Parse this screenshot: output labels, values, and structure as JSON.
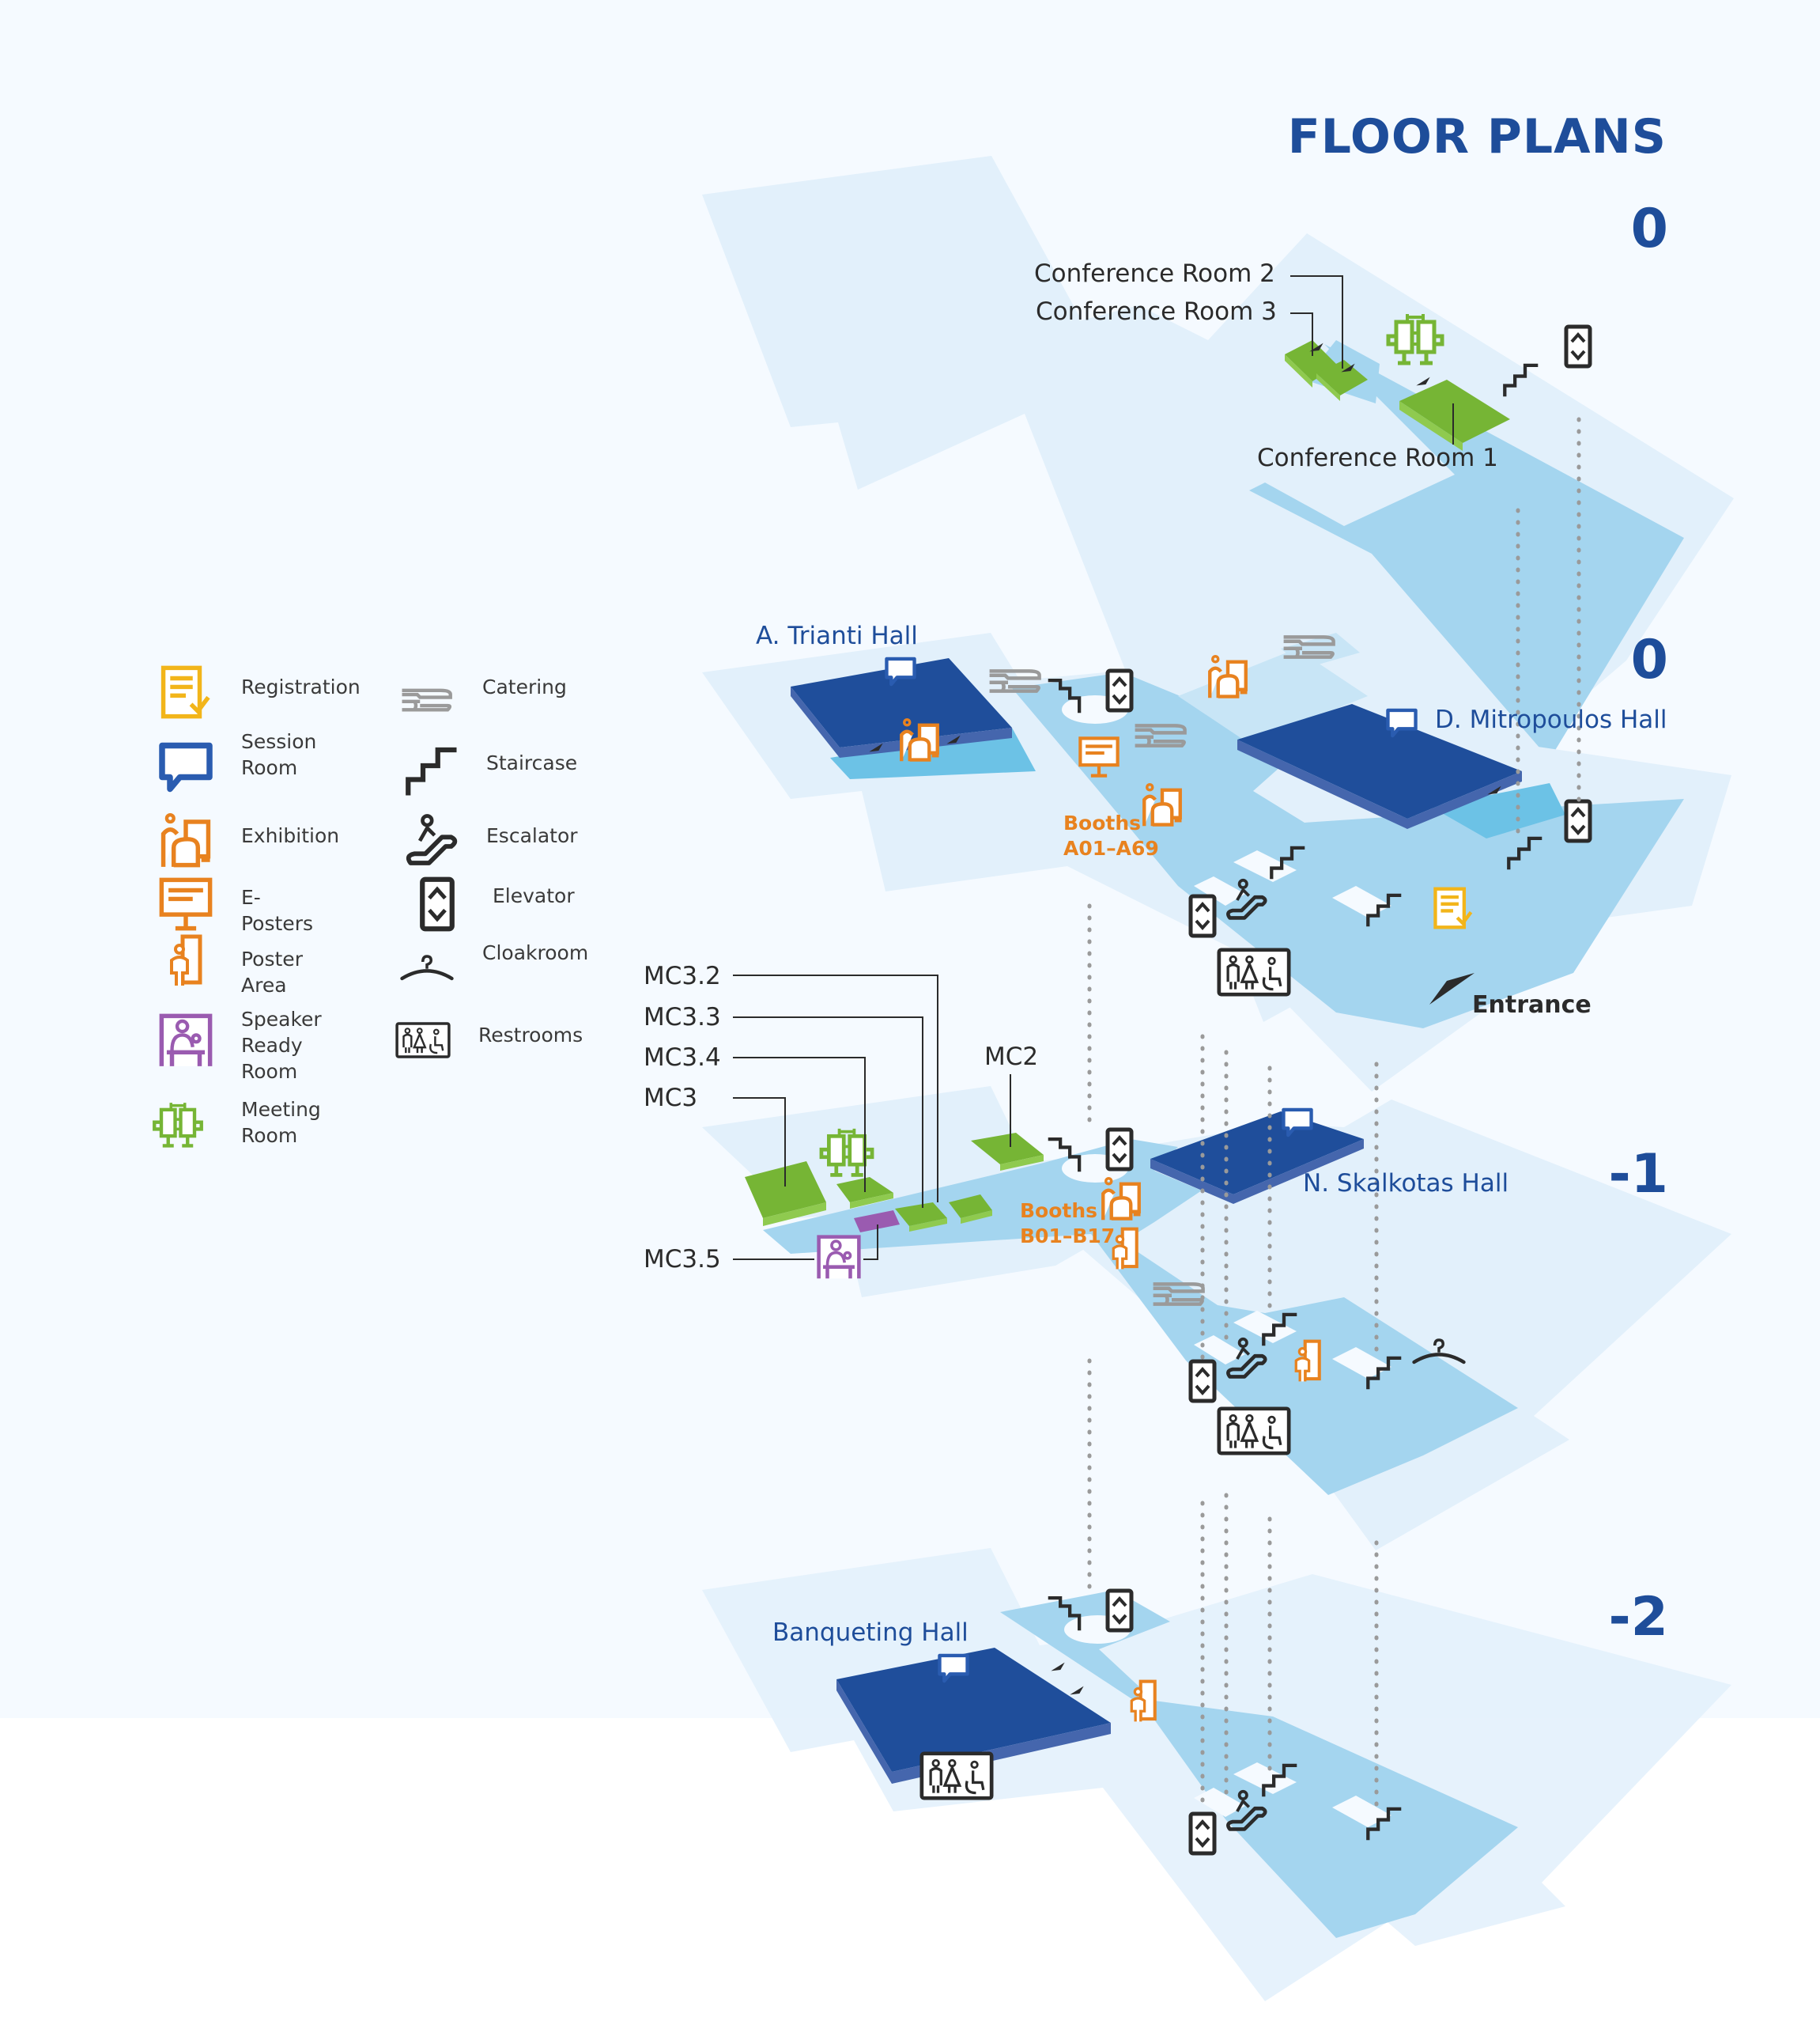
{
  "title": "FLOOR PLANS",
  "colors": {
    "brand_blue": "#1e4d9a",
    "hall_blue": "#1f4e9b",
    "floor_light": "#e2f0fb",
    "corridor": "#a4d5ef",
    "meeting_green": "#76b535",
    "exhibition_orange": "#e8821f",
    "registration_yellow": "#f2b51a",
    "speaker_purple": "#9a5bb0",
    "catering_gray": "#9a9a9a",
    "icon_black": "#2b2b2b"
  },
  "legend": {
    "items": [
      {
        "icon": "registration-icon",
        "label": "Registration"
      },
      {
        "icon": "session-room-icon",
        "label": "Session\nRoom"
      },
      {
        "icon": "exhibition-icon",
        "label": "Exhibition"
      },
      {
        "icon": "e-posters-icon",
        "label": "E-Posters"
      },
      {
        "icon": "poster-area-icon",
        "label": "Poster Area"
      },
      {
        "icon": "speaker-ready-room-icon",
        "label": "Speaker\nReady Room"
      },
      {
        "icon": "meeting-room-icon",
        "label": "Meeting\nRoom"
      },
      {
        "icon": "catering-icon",
        "label": "Catering"
      },
      {
        "icon": "staircase-icon",
        "label": "Staircase"
      },
      {
        "icon": "escalator-icon",
        "label": "Escalator"
      },
      {
        "icon": "elevator-icon",
        "label": "Elevator"
      },
      {
        "icon": "cloakroom-icon",
        "label": "Cloakroom"
      },
      {
        "icon": "restrooms-icon",
        "label": "Restrooms"
      }
    ]
  },
  "floors": [
    {
      "level": "0",
      "rooms": [
        {
          "label": "Conference Room 2",
          "type": "meeting"
        },
        {
          "label": "Conference Room 3",
          "type": "meeting"
        },
        {
          "label": "Conference Room 1",
          "type": "meeting"
        }
      ],
      "icons": [
        "meeting-room",
        "staircase",
        "elevator"
      ]
    },
    {
      "level": "0",
      "halls": [
        {
          "label": "A. Trianti Hall",
          "type": "session"
        },
        {
          "label": "D. Mitropoulos Hall",
          "type": "session"
        }
      ],
      "booths": {
        "label_line1": "Booths",
        "label_line2": "A01–A69"
      },
      "entrance": "Entrance",
      "icons": [
        "catering",
        "staircase",
        "elevator",
        "exhibition",
        "e-posters",
        "escalator",
        "registration",
        "restrooms"
      ]
    },
    {
      "level": "-1",
      "halls": [
        {
          "label": "N. Skalkotas Hall",
          "type": "session"
        }
      ],
      "rooms": [
        {
          "label": "MC3.2",
          "type": "meeting"
        },
        {
          "label": "MC3.3",
          "type": "meeting"
        },
        {
          "label": "MC3.4",
          "type": "meeting"
        },
        {
          "label": "MC3",
          "type": "meeting"
        },
        {
          "label": "MC2",
          "type": "meeting"
        },
        {
          "label": "MC3.5",
          "type": "speaker-ready"
        }
      ],
      "booths": {
        "label_line1": "Booths",
        "label_line2": "B01–B17"
      },
      "icons": [
        "meeting-room",
        "speaker-ready-room",
        "staircase",
        "elevator",
        "exhibition",
        "poster-area",
        "catering",
        "escalator",
        "cloakroom",
        "restrooms"
      ]
    },
    {
      "level": "-2",
      "halls": [
        {
          "label": "Banqueting Hall",
          "type": "session"
        }
      ],
      "icons": [
        "staircase",
        "elevator",
        "poster-area",
        "restrooms",
        "escalator"
      ]
    }
  ]
}
